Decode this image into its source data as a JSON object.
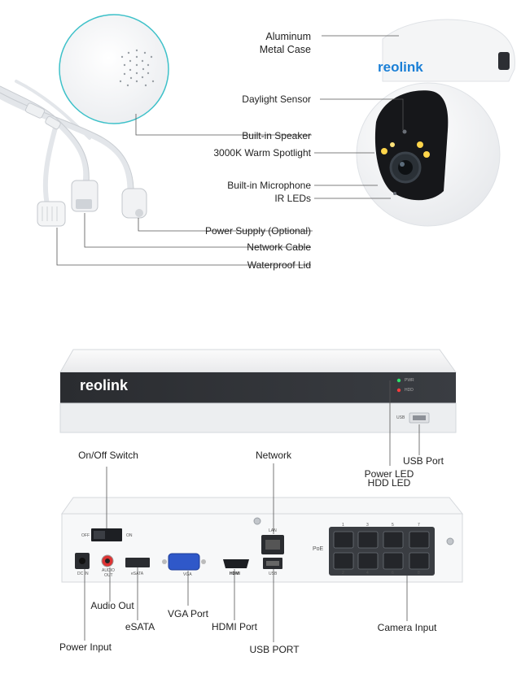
{
  "brand": {
    "logo": "reolink",
    "accent": "#1a7fd6"
  },
  "camera": {
    "labels": {
      "case": [
        "Aluminum",
        "Metal Case"
      ],
      "daylight_sensor": "Daylight Sensor",
      "speaker": "Built-in Speaker",
      "spotlight": "3000K Warm Spotlight",
      "microphone": "Built-in Microphone",
      "ir_leds": "IR LEDs",
      "power_supply": "Power Supply (Optional)",
      "network_cable": "Network Cable",
      "waterproof_lid": "Waterproof Lid"
    }
  },
  "nvr": {
    "front": {
      "indicator_pwr": "PWR",
      "indicator_hdd": "HDD",
      "usb_small": "USB"
    },
    "labels": {
      "usb_port": "USB Port",
      "power_led": "Power LED",
      "hdd_led": "HDD LED",
      "onoff_switch": "On/Off Switch",
      "network": "Network",
      "audio_out": "Audio Out",
      "esata": "eSATA",
      "vga_port": "VGA Port",
      "hdmi_port": "HDMI Port",
      "usb_port_rear": "USB PORT",
      "camera_input": "Camera Input",
      "power_input": "Power Input"
    },
    "rear_small": {
      "off": "OFF",
      "on": "ON",
      "dc_in": "DC IN",
      "audio_out": [
        "AUDIO",
        "OUT"
      ],
      "esata": "eSATA",
      "vga": "VGA",
      "hdmi": "HDMI",
      "usb": "USB",
      "lan": "LAN",
      "poe": "PoE",
      "ports_top": [
        "1",
        "3",
        "5",
        "7"
      ],
      "ports_bottom": [
        "2",
        "4",
        "6",
        "8"
      ]
    }
  }
}
